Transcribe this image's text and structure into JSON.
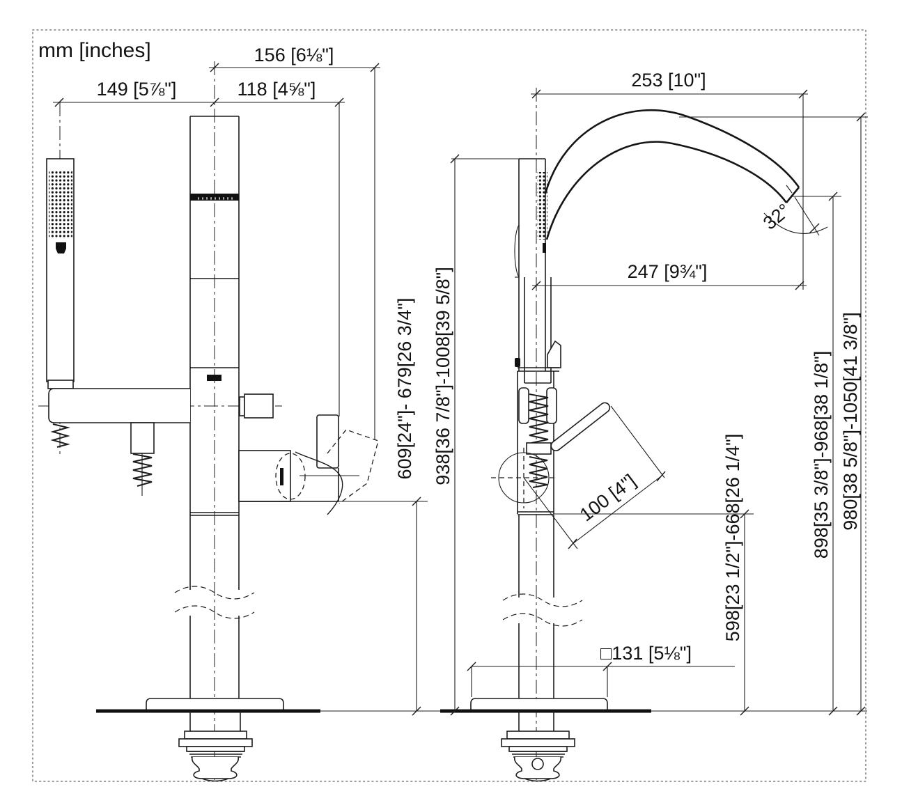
{
  "drawing": {
    "units_label": "mm [inches]",
    "colors": {
      "line": "#1c1c1c",
      "border_dots": "#8e8e8e",
      "background": "#ffffff"
    },
    "dims": {
      "spout_max_width": "156 [6⅛\"]",
      "handshower_offset": "149 [5⅞\"]",
      "spout_width": "118 [4⅝\"]",
      "height_to_spout_outlet": "609[24\"]- 679[26 3/4\"]",
      "height_to_column_top": "938[36 7/8\"]-1008[39 5/8\"]",
      "spout_projection": "253 [10\"]",
      "aerator_projection": "247 [9¾\"]",
      "tip_angle": "32°",
      "lever_length": "100 [4\"]",
      "height_to_lever": "598[23 1/2\"]-668[26 1/4\"]",
      "height_to_outlet": "898[35 3/8\"]-968[38 1/8\"]",
      "height_to_arc_top": "980[38 5/8\"]-1050[41 3/8\"]",
      "base_plate": "□131 [5⅛\"]"
    }
  }
}
